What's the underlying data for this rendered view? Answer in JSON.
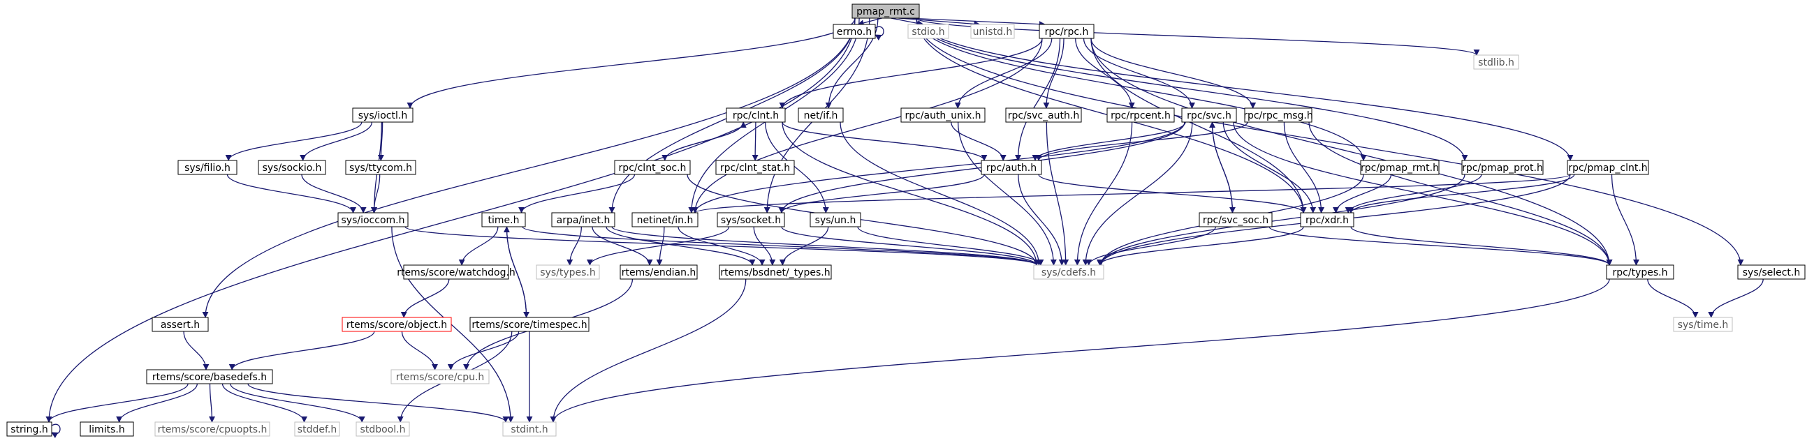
{
  "colors": {
    "edge": "#191970",
    "box_border": "#000000",
    "box_border_gray": "#bfbfbf",
    "box_border_red": "#ff0000",
    "root_fill": "#bfbfbf",
    "text": "#000000",
    "text_gray": "#555555"
  },
  "nodes": {
    "pmap_rmt_c": "pmap_rmt.c",
    "errno_h": "errno.h",
    "stdio_h": "stdio.h",
    "unistd_h": "unistd.h",
    "rpc_rpc_h": "rpc/rpc.h",
    "stdlib_h": "stdlib.h",
    "sys_ioctl_h": "sys/ioctl.h",
    "net_if_h": "net/if.h",
    "rpc_clnt_h": "rpc/clnt.h",
    "rpc_auth_unix_h": "rpc/auth_unix.h",
    "rpc_svc_auth_h": "rpc/svc_auth.h",
    "rpc_rpcent_h": "rpc/rpcent.h",
    "rpc_svc_h": "rpc/svc.h",
    "rpc_rpc_msg_h": "rpc/rpc_msg.h",
    "sys_filio_h": "sys/filio.h",
    "sys_sockio_h": "sys/sockio.h",
    "sys_ttycom_h": "sys/ttycom.h",
    "rpc_clnt_soc_h": "rpc/clnt_soc.h",
    "rpc_clnt_stat_h": "rpc/clnt_stat.h",
    "rpc_auth_h": "rpc/auth.h",
    "rpc_pmap_rmt_h": "rpc/pmap_rmt.h",
    "rpc_pmap_prot_h": "rpc/pmap_prot.h",
    "rpc_pmap_clnt_h": "rpc/pmap_clnt.h",
    "sys_ioccom_h": "sys/ioccom.h",
    "time_h": "time.h",
    "arpa_inet_h": "arpa/inet.h",
    "netinet_in_h": "netinet/in.h",
    "sys_socket_h": "sys/socket.h",
    "sys_un_h": "sys/un.h",
    "rpc_svc_soc_h": "rpc/svc_soc.h",
    "rpc_xdr_h": "rpc/xdr.h",
    "rtems_score_watchdog_h": "rtems/score/watchdog.h",
    "sys_types_h": "sys/types.h",
    "rtems_endian_h": "rtems/endian.h",
    "rtems_bsdnet_types_h": "rtems/bsdnet/_types.h",
    "sys_cdefs_h": "sys/cdefs.h",
    "rpc_types_h": "rpc/types.h",
    "sys_select_h": "sys/select.h",
    "assert_h": "assert.h",
    "rtems_score_object_h": "rtems/score/object.h",
    "rtems_score_timespec_h": "rtems/score/timespec.h",
    "sys_time_h": "sys/time.h",
    "rtems_score_basedefs_h": "rtems/score/basedefs.h",
    "rtems_score_cpu_h": "rtems/score/cpu.h",
    "string_h": "string.h",
    "limits_h": "limits.h",
    "rtems_score_cpuopts_h": "rtems/score/cpuopts.h",
    "stddef_h": "stddef.h",
    "stdbool_h": "stdbool.h",
    "stdint_h": "stdint.h"
  }
}
